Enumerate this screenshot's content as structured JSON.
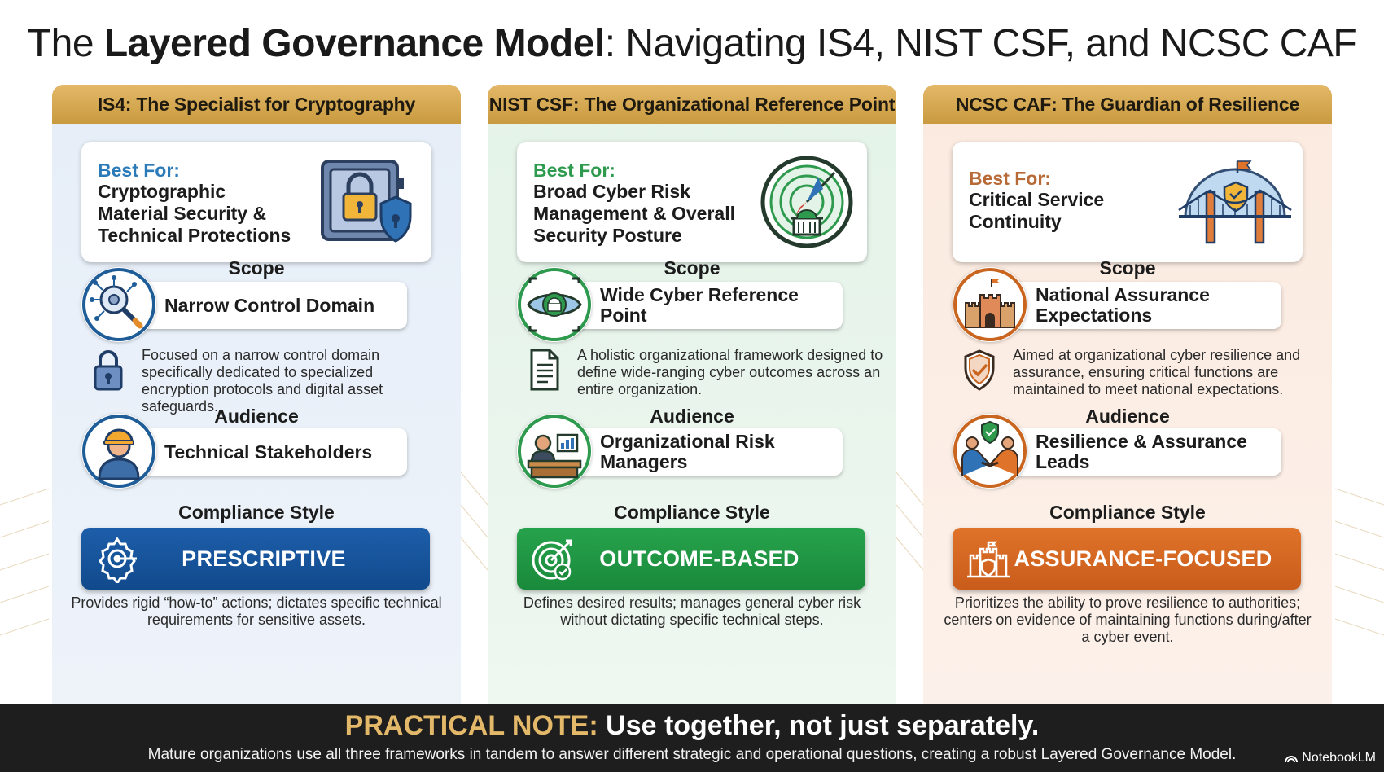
{
  "title": {
    "prefix": "The ",
    "bold": "Layered Governance Model",
    "suffix": ": Navigating IS4, NIST CSF, and NCSC CAF"
  },
  "columns": [
    {
      "header": "IS4: The Specialist for Cryptography",
      "best_for_label": "Best For:",
      "best_for_text": "Cryptographic Material Security & Technical Protections",
      "scope_title": "Scope",
      "scope_value": "Narrow Control Domain",
      "scope_desc": "Focused on a narrow control domain specifically dedicated to specialized encryption protocols and digital asset safeguards.",
      "audience_title": "Audience",
      "audience_value": "Technical Stakeholders",
      "compliance_title": "Compliance Style",
      "compliance_value": "PRESCRIPTIVE",
      "compliance_desc": "Provides rigid “how-to” actions; dictates specific technical requirements for sensitive assets."
    },
    {
      "header": "NIST CSF: The Organizational Reference Point",
      "best_for_label": "Best For:",
      "best_for_text": "Broad Cyber Risk Management & Overall Security Posture",
      "scope_title": "Scope",
      "scope_value": "Wide Cyber Reference Point",
      "scope_desc": "A holistic organizational framework designed to define wide-ranging cyber outcomes across an entire organization.",
      "audience_title": "Audience",
      "audience_value": "Organizational Risk Managers",
      "compliance_title": "Compliance Style",
      "compliance_value": "OUTCOME-BASED",
      "compliance_desc": "Defines desired results; manages general cyber risk without dictating specific technical steps."
    },
    {
      "header": "NCSC CAF: The Guardian of Resilience",
      "best_for_label": "Best For:",
      "best_for_text": "Critical Service Continuity",
      "scope_title": "Scope",
      "scope_value": "National Assurance Expectations",
      "scope_desc": "Aimed at organizational cyber resilience and assurance, ensuring critical functions are maintained to meet national expectations.",
      "audience_title": "Audience",
      "audience_value": "Resilience & Assurance Leads",
      "compliance_title": "Compliance Style",
      "compliance_value": "ASSURANCE-FOCUSED",
      "compliance_desc": "Prioritizes the ability to prove resilience to authorities; centers on evidence of maintaining functions during/after a cyber event."
    }
  ],
  "footer": {
    "note_label": "PRACTICAL NOTE:",
    "note_text": " Use together, not just separately.",
    "subtext": "Mature organizations use all three frameworks in tandem to answer different strategic and operational questions, creating a robust Layered Governance Model.",
    "brand": "NotebookLM"
  },
  "colors": {
    "is4_accent": "#2a7ab8",
    "nist_accent": "#2d9a4e",
    "ncsc_accent": "#d2782f",
    "header_gold": "#d6a952",
    "footer_bg": "#1e1e1e"
  },
  "icons": {
    "is4": [
      "safe-lock-icon",
      "circuit-magnifier-icon",
      "padlock-icon",
      "engineer-icon",
      "gear-target-icon"
    ],
    "nist": [
      "compass-radar-icon",
      "eye-capitol-icon",
      "document-icon",
      "manager-desk-icon",
      "target-check-icon"
    ],
    "ncsc": [
      "shield-bridge-icon",
      "castle-icon",
      "shield-check-icon",
      "handshake-shield-icon",
      "castle-shield-icon"
    ]
  }
}
